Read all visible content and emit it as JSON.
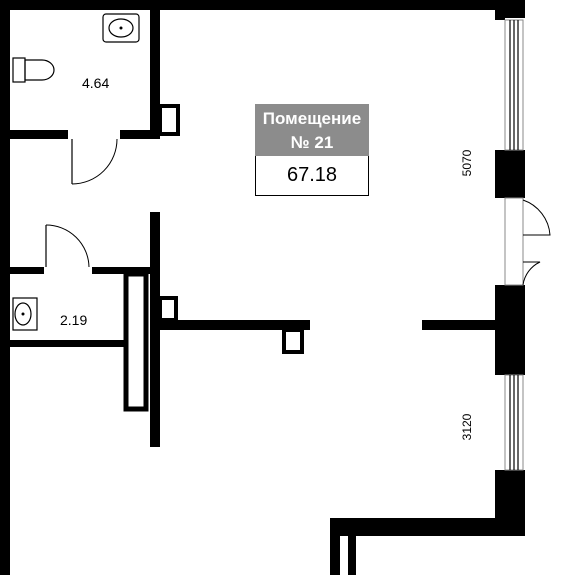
{
  "room": {
    "name_line1": "Помещение",
    "name_line2": "№ 21",
    "total_area": "67.18"
  },
  "rooms": {
    "bathroom_area": "4.64",
    "wc_area": "2.19"
  },
  "dimensions": {
    "upper_window": "5070",
    "lower_window": "3120"
  },
  "colors": {
    "wall": "#000000",
    "label_bg": "#8c8c8c",
    "label_text": "#ffffff"
  }
}
